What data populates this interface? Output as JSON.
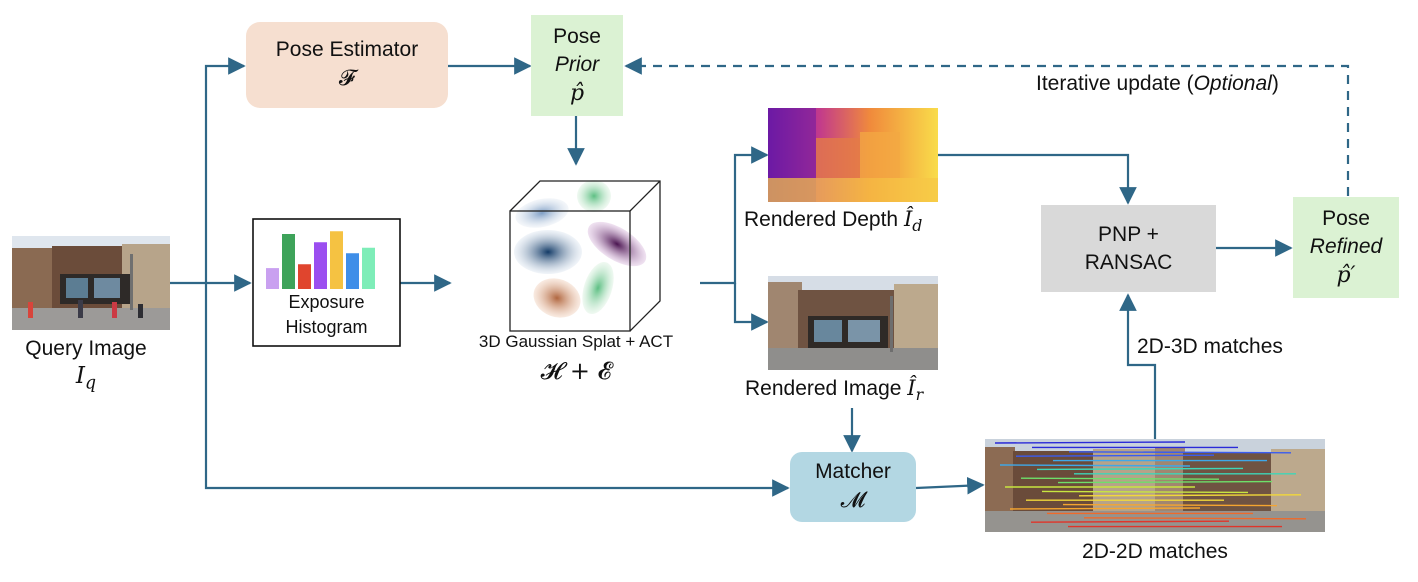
{
  "nodes": {
    "pose_estimator": {
      "label": "Pose Estimator",
      "symbol": "𝓕"
    },
    "pose_prior": {
      "label": "Pose",
      "label_italic": "Prior",
      "symbol": "p̂"
    },
    "query_image": {
      "label": "Query Image",
      "symbol": "I_q"
    },
    "exposure_histogram": {
      "label_line1": "Exposure",
      "label_line2": "Histogram"
    },
    "gaussian_splat": {
      "label": "3D Gaussian Splat + ACT",
      "symbol": "𝓗 + 𝓔"
    },
    "rendered_depth": {
      "label": "Rendered Depth",
      "symbol": "Î_d"
    },
    "rendered_image": {
      "label": "Rendered Image",
      "symbol": "Î_r"
    },
    "pnp_ransac": {
      "label_line1": "PNP +",
      "label_line2": "RANSAC"
    },
    "pose_refined": {
      "label": "Pose",
      "label_italic": "Refined",
      "symbol": "p̂′"
    },
    "matcher": {
      "label": "Matcher",
      "symbol": "𝓜"
    },
    "matches_2d2d": {
      "label": "2D-2D matches"
    }
  },
  "edges": {
    "iterative_update": {
      "label": "Iterative update (",
      "label_italic": "Optional",
      "label_end": ")"
    },
    "matches_2d3d": {
      "label": "2D-3D matches"
    }
  },
  "colors": {
    "arrow": "#2f6787",
    "peach_box": "#f6dfd0",
    "green_box": "#dbf2d3",
    "gray_box": "#d9d9d9",
    "blue_box": "#b3d7e3",
    "histogram_bars": [
      "#c9a0f0",
      "#3ea35a",
      "#e0452e",
      "#9b4ef0",
      "#f5c242",
      "#3f8ee8",
      "#7eedb8"
    ]
  },
  "histogram_values": [
    0.38,
    1.0,
    0.45,
    0.85,
    1.05,
    0.65,
    0.75
  ]
}
